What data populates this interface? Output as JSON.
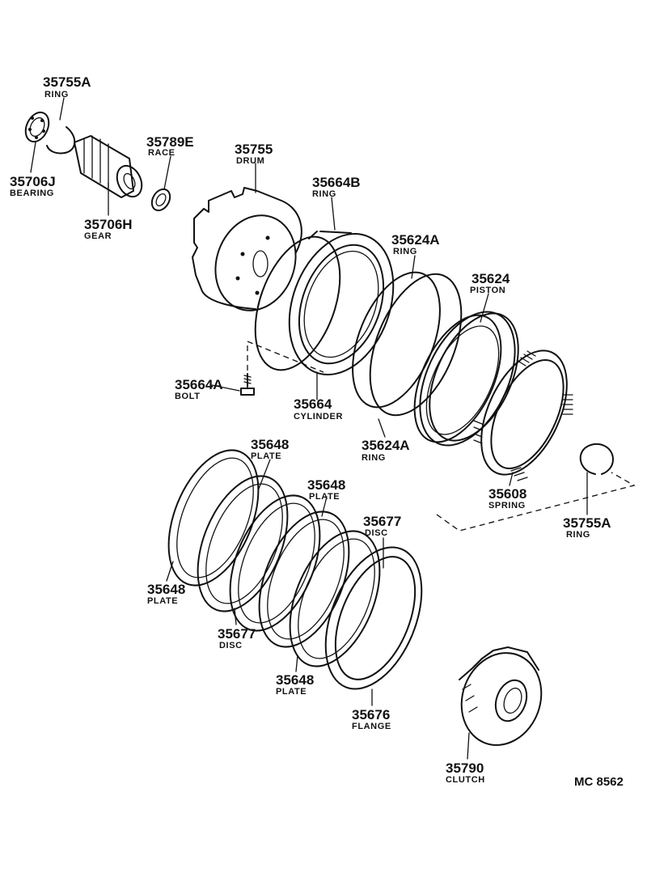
{
  "parts": [
    {
      "id": "ring-35755a-top",
      "number": "35755A",
      "name": "RING"
    },
    {
      "id": "bearing-35706j",
      "number": "35706J",
      "name": "BEARING"
    },
    {
      "id": "gear-35706h",
      "number": "35706H",
      "name": "GEAR"
    },
    {
      "id": "race-35789e",
      "number": "35789E",
      "name": "RACE"
    },
    {
      "id": "drum-35755",
      "number": "35755",
      "name": "DRUM"
    },
    {
      "id": "ring-35664b",
      "number": "35664B",
      "name": "RING"
    },
    {
      "id": "ring-35624a-top",
      "number": "35624A",
      "name": "RING"
    },
    {
      "id": "piston-35624",
      "number": "35624",
      "name": "PISTON"
    },
    {
      "id": "bolt-35664a",
      "number": "35664A",
      "name": "BOLT"
    },
    {
      "id": "cylinder-35664",
      "number": "35664",
      "name": "CYLINDER"
    },
    {
      "id": "ring-35624a-bottom",
      "number": "35624A",
      "name": "RING"
    },
    {
      "id": "spring-35608",
      "number": "35608",
      "name": "SPRING"
    },
    {
      "id": "ring-35755a-right",
      "number": "35755A",
      "name": "RING"
    },
    {
      "id": "plate-35648-top",
      "number": "35648",
      "name": "PLATE"
    },
    {
      "id": "plate-35648-upper",
      "number": "35648",
      "name": "PLATE"
    },
    {
      "id": "disc-35677-upper",
      "number": "35677",
      "name": "DISC"
    },
    {
      "id": "plate-35648-left",
      "number": "35648",
      "name": "PLATE"
    },
    {
      "id": "disc-35677-lower",
      "number": "35677",
      "name": "DISC"
    },
    {
      "id": "plate-35648-lower",
      "number": "35648",
      "name": "PLATE"
    },
    {
      "id": "flange-35676",
      "number": "35676",
      "name": "FLANGE"
    },
    {
      "id": "clutch-35790",
      "number": "35790",
      "name": "CLUTCH"
    }
  ],
  "figure_code": "MC 8562"
}
